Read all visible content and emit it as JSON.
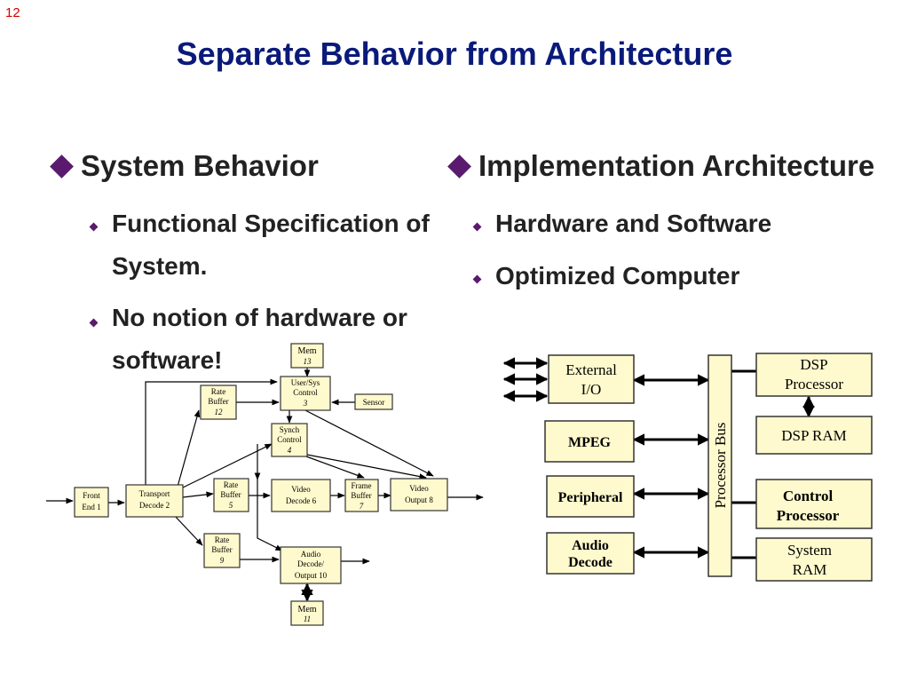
{
  "page_number": "12",
  "title": "Separate Behavior from Architecture",
  "left": {
    "heading": "System Behavior",
    "bullets": [
      {
        "line1": "Functional Specification of",
        "line2": "System."
      },
      {
        "line1": "No notion of hardware or",
        "line2": "software!"
      }
    ]
  },
  "right": {
    "heading": "Implementation Architecture",
    "bullets": [
      "Hardware and Software",
      "Optimized Computer"
    ]
  },
  "behavior_diagram": {
    "mem13": {
      "l1": "Mem",
      "l2": "13"
    },
    "rate_buffer12": {
      "l1": "Rate",
      "l2": "Buffer",
      "l3": "12"
    },
    "user_sys_control": {
      "l1": "User/Sys",
      "l2": "Control",
      "l3": "3"
    },
    "sensor": "Sensor",
    "synch_control": {
      "l1": "Synch",
      "l2": "Control",
      "l3": "4"
    },
    "front_end": {
      "l1": "Front",
      "l2": "End  1"
    },
    "transport_decode": {
      "l1": "Transport",
      "l2": "Decode  2"
    },
    "rate_buffer5": {
      "l1": "Rate",
      "l2": "Buffer",
      "l3": "5"
    },
    "video_decode": {
      "l1": "Video",
      "l2": "Decode  6"
    },
    "frame_buffer": {
      "l1": "Frame",
      "l2": "Buffer",
      "l3": "7"
    },
    "video_output": {
      "l1": "Video",
      "l2": "Output  8"
    },
    "rate_buffer9": {
      "l1": "Rate",
      "l2": "Buffer",
      "l3": "9"
    },
    "audio_decode": {
      "l1": "Audio",
      "l2": "Decode/",
      "l3": "Output  10"
    },
    "mem11": {
      "l1": "Mem",
      "l2": "11"
    }
  },
  "architecture_diagram": {
    "external_io": {
      "l1": "External",
      "l2": "I/O"
    },
    "mpeg": "MPEG",
    "peripheral": "Peripheral",
    "audio_decode": {
      "l1": "Audio",
      "l2": "Decode"
    },
    "processor_bus": "Processor Bus",
    "dsp_processor": {
      "l1": "DSP",
      "l2": "Processor"
    },
    "dsp_ram": "DSP RAM",
    "control_processor": {
      "l1": "Control",
      "l2": "Processor"
    },
    "system_ram": {
      "l1": "System",
      "l2": "RAM"
    }
  }
}
